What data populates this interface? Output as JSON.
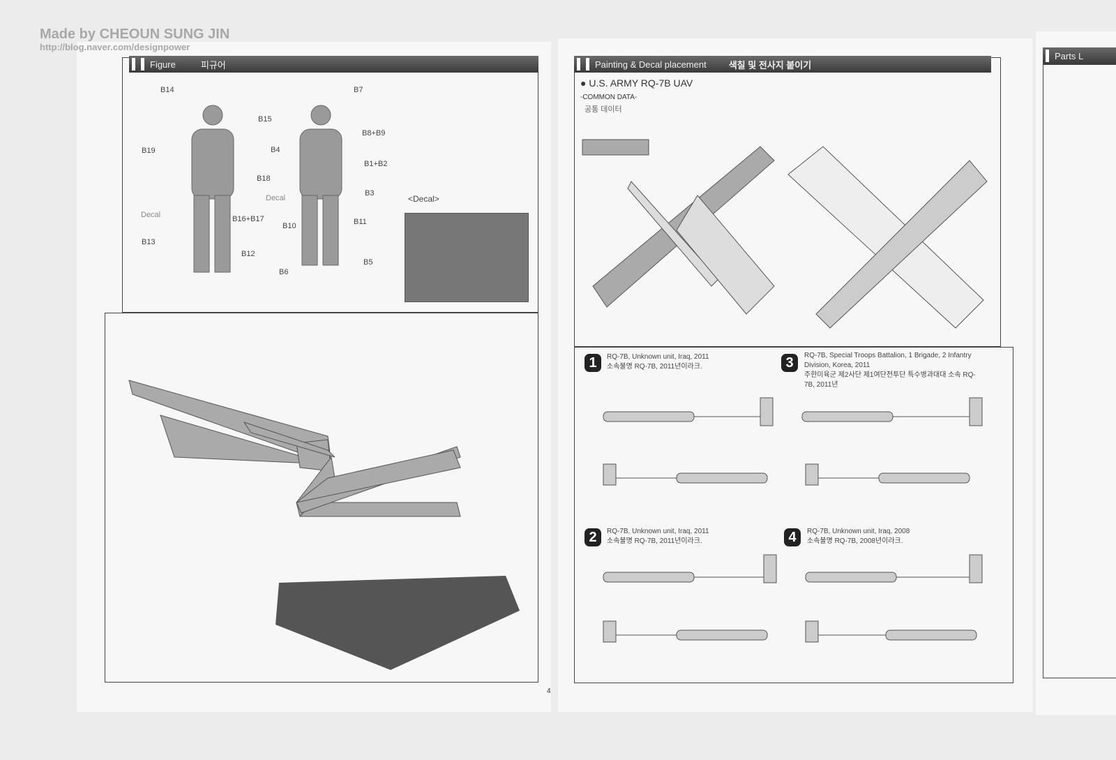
{
  "watermark": {
    "author": "Made by  CHEOUN SUNG JIN",
    "url": "http://blog.naver.com/designpower"
  },
  "left_page": {
    "header": {
      "en": "Figure",
      "ko": "피규어"
    },
    "figure_labels": [
      "B14",
      "B15",
      "B19",
      "B18",
      "Decal",
      "B16+B17",
      "B13",
      "B12",
      "B7",
      "B8+B9",
      "B4",
      "B1+B2",
      "Decal",
      "B3",
      "B10",
      "B11",
      "B6",
      "B5"
    ],
    "decal_label": "<Decal>",
    "page_number": "4"
  },
  "right_page": {
    "header": {
      "en": "Painting & Decal placement",
      "ko": "색칠 및 전사지 붙이기"
    },
    "title": "U.S. ARMY RQ-7B UAV",
    "common_en": "-COMMON DATA-",
    "common_ko": "공통 데이터",
    "schemes": [
      {
        "num": "1",
        "en": "RQ-7B, Unknown unit, Iraq, 2011",
        "ko": "소속불명 RQ-7B, 2011년이라크."
      },
      {
        "num": "2",
        "en": "RQ-7B, Unknown unit, Iraq, 2011",
        "ko": "소속불명 RQ-7B, 2011년이라크."
      },
      {
        "num": "3",
        "en": "RQ-7B, Special Troops Battalion, 1 Brigade, 2 Infantry Division, Korea, 2011",
        "ko": "주한미육군 제2사단 제1여단전투단 특수병과대대 소속 RQ-7B, 2011년"
      },
      {
        "num": "4",
        "en": "RQ-7B, Unknown unit, Iraq, 2008",
        "ko": "소속불명 RQ-7B, 2008년이라크."
      }
    ]
  },
  "next_page": {
    "header": "Parts L"
  }
}
